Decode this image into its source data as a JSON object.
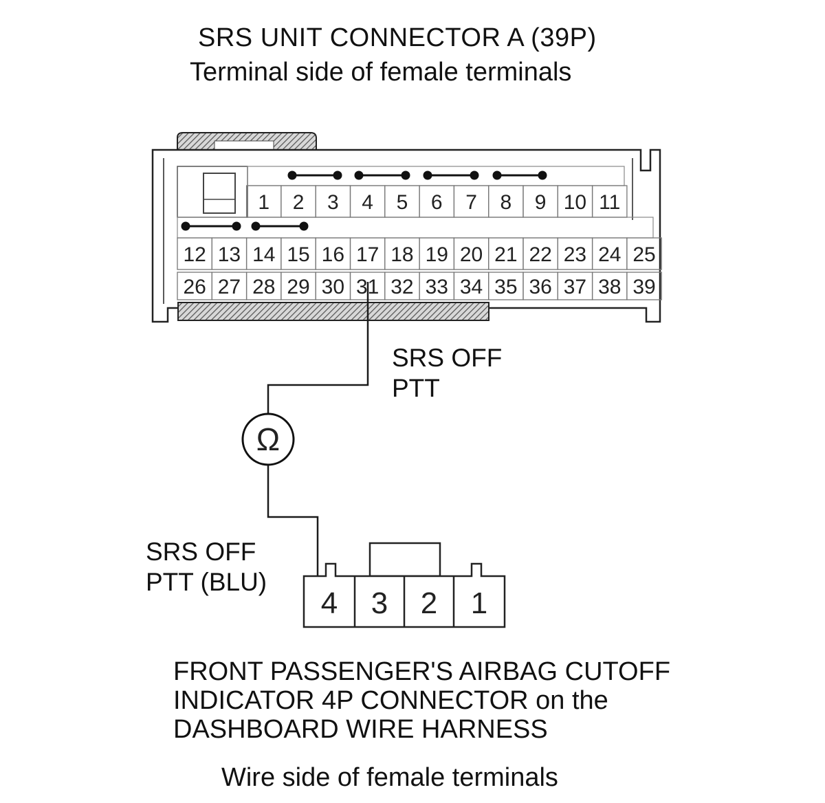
{
  "srs_unit_connector": {
    "title": "SRS UNIT CONNECTOR A (39P)",
    "subtitle": "Terminal side of female terminals",
    "row1_terminals": [
      "1",
      "2",
      "3",
      "4",
      "5",
      "6",
      "7",
      "8",
      "9",
      "10",
      "11"
    ],
    "row2_terminals": [
      "12",
      "13",
      "14",
      "15",
      "16",
      "17",
      "18",
      "19",
      "20",
      "21",
      "22",
      "23",
      "24",
      "25"
    ],
    "row3_terminals": [
      "26",
      "27",
      "28",
      "29",
      "30",
      "31",
      "32",
      "33",
      "34",
      "35",
      "36",
      "37",
      "38",
      "39"
    ]
  },
  "wire_labels": {
    "srs_side_line1": "SRS OFF",
    "srs_side_line2": "PTT",
    "indicator_side_line1": "SRS OFF",
    "indicator_side_line2": "PTT (BLU)"
  },
  "meter": {
    "symbol": "Ω",
    "icon": "ohmmeter-icon"
  },
  "indicator_connector": {
    "terminals": [
      "4",
      "3",
      "2",
      "1"
    ],
    "caption_line1": "FRONT PASSENGER'S AIRBAG CUTOFF",
    "caption_line2": "INDICATOR 4P CONNECTOR on the",
    "caption_line3": "DASHBOARD WIRE HARNESS",
    "view_note": "Wire side of female terminals"
  },
  "colors": {
    "line": "#1a1a1a",
    "grid": "#777777",
    "hatch": "#555555"
  }
}
